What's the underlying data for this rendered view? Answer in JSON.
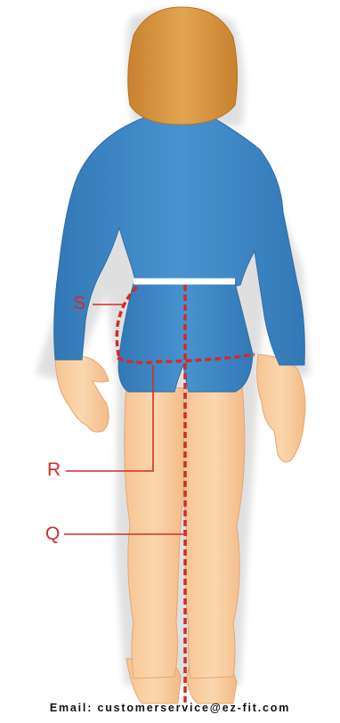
{
  "diagram": {
    "labels": {
      "s": "S",
      "r": "R",
      "q": "Q"
    },
    "colors": {
      "hair": "#d6913e",
      "shirt": "#3d87c4",
      "skin": "#f8cb9c",
      "measure_line": "#d42a2a",
      "waistband": "#ffffff"
    }
  },
  "footer": {
    "email": "Email: customerservice@ez-fit.com"
  }
}
